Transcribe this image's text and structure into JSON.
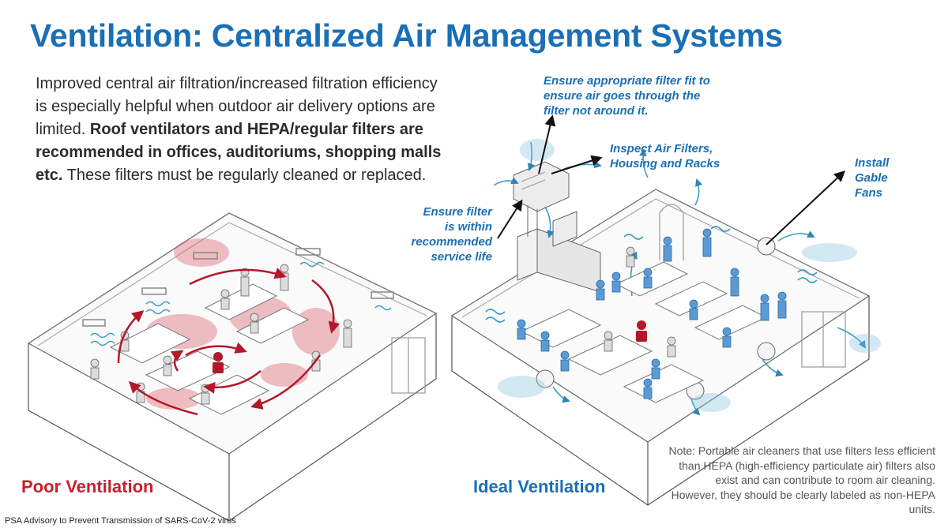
{
  "title": "Ventilation: Centralized Air Management Systems",
  "intro": {
    "part1": "Improved central air filtration/increased filtration efficiency is especially helpful when outdoor air delivery options are limited. ",
    "bold": "Roof ventilators and HEPA/regular filters are recommended in offices, auditoriums, shopping malls etc.",
    "part2": " These filters must be regularly cleaned or replaced."
  },
  "callouts": {
    "filter_fit": [
      "Ensure appropriate filter fit to",
      "ensure air goes through the",
      "filter not around it."
    ],
    "inspect": [
      "Inspect Air Filters,",
      "Housing and Racks"
    ],
    "gable": [
      "Install",
      "Gable",
      "Fans"
    ],
    "service_life": [
      "Ensure filter",
      "is within",
      "recommended",
      "service life"
    ]
  },
  "labels": {
    "poor": "Poor Ventilation",
    "ideal": "Ideal Ventilation"
  },
  "note": "Note: Portable air cleaners that use filters less efficient than HEPA (high-efficiency particulate air) filters also exist and can contribute to room air cleaning. However, they should be clearly labeled as non-HEPA units.",
  "footer": "PSA Advisory to Prevent Transmission of SARS-CoV-2 virus",
  "colors": {
    "title": "#1a6fb5",
    "poor": "#c8202e",
    "ideal": "#1a6fb5",
    "air_flow": "#3a9dc8",
    "contaminant": "#d64b5a"
  }
}
